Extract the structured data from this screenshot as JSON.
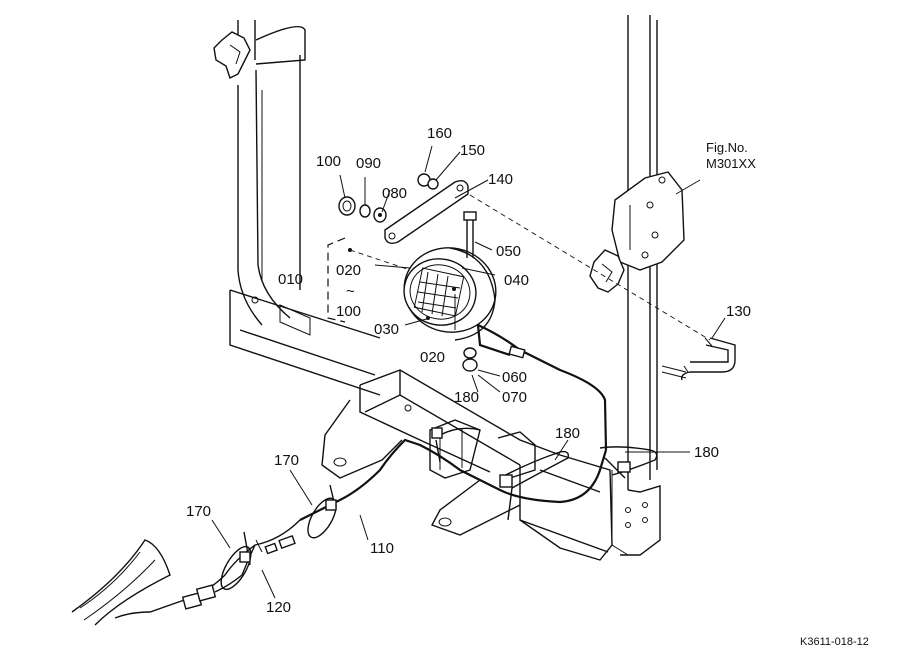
{
  "figure": {
    "fig_no_label": "Fig.No.",
    "fig_no_value": "M301XX",
    "drawing_code": "K3611-018-12"
  },
  "parts": {
    "p010": "010",
    "p020a": "020",
    "tilde": "~",
    "p100a": "100",
    "p020b": "020",
    "p030": "030",
    "p040": "040",
    "p050": "050",
    "p060": "060",
    "p070": "070",
    "p080": "080",
    "p090": "090",
    "p100b": "100",
    "p110": "110",
    "p120": "120",
    "p130": "130",
    "p140": "140",
    "p150": "150",
    "p160": "160",
    "p170a": "170",
    "p170b": "170",
    "p180a": "180",
    "p180b": "180",
    "p180c": "180"
  }
}
